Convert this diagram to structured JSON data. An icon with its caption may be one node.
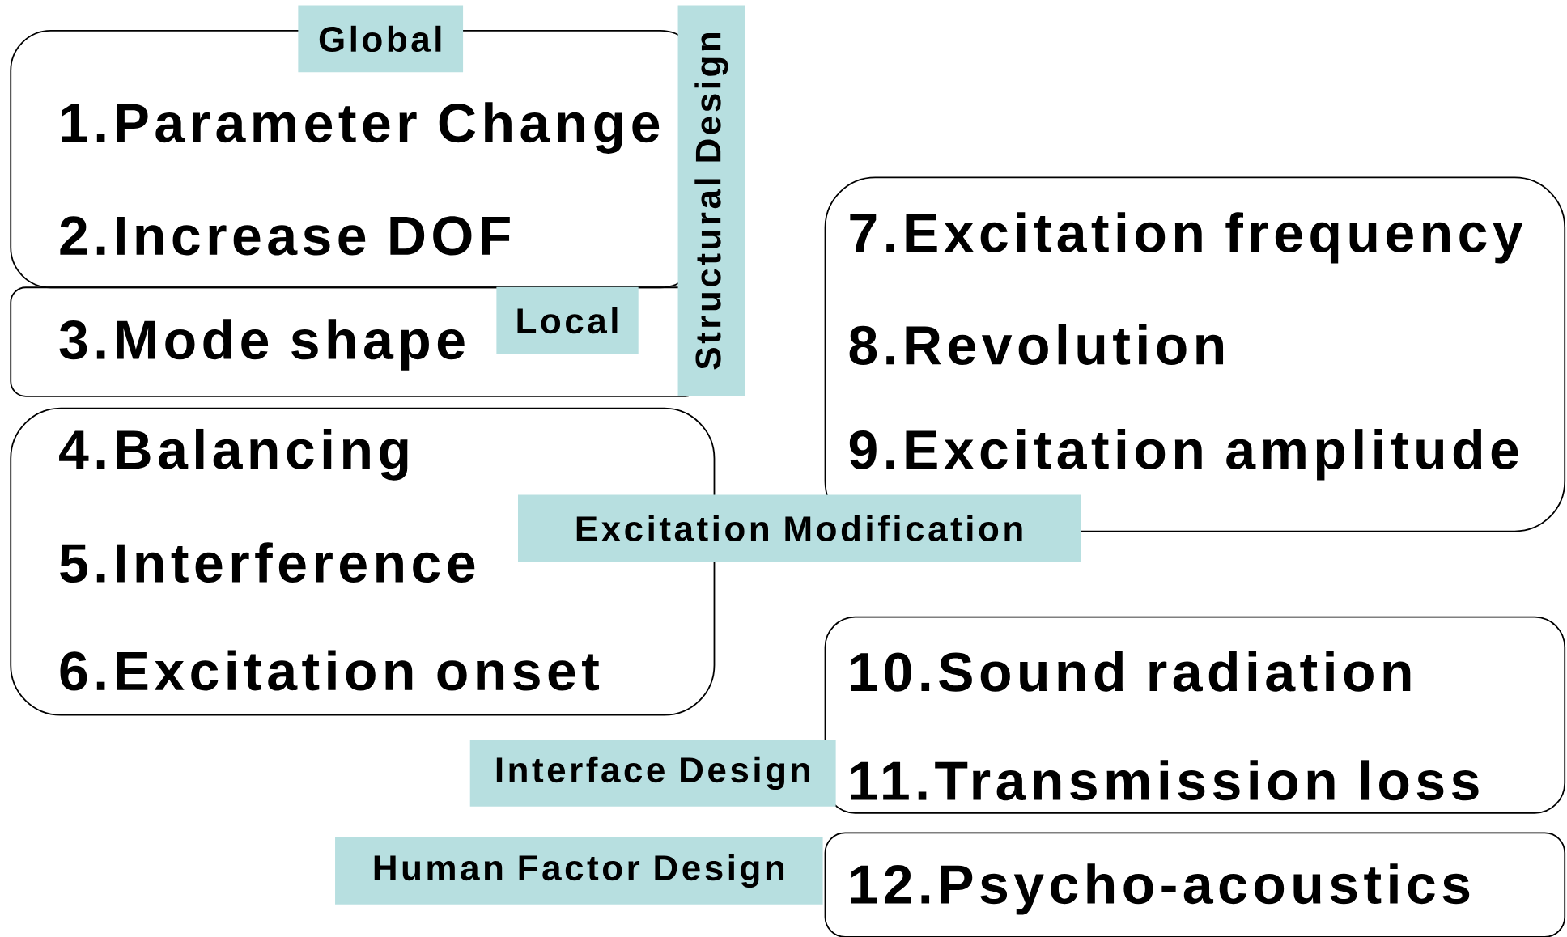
{
  "diagram": {
    "nodes": [
      {
        "text": [
          "1.Parameter Change",
          "2.Increase DOF"
        ]
      },
      {
        "text": [
          "Global"
        ]
      },
      {
        "text": [
          "3.Mode shape"
        ]
      },
      {
        "text": [
          "Local"
        ],
        "in": 2
      },
      {
        "text": [
          "Structural Design"
        ]
      },
      {
        "text": [
          "4.Balancing",
          "5.Interference",
          "6.Excitation onset"
        ]
      },
      {
        "text": [
          "7.Excitation frequency",
          "8.Revolution",
          "9.Excitation amplitude"
        ]
      },
      {
        "text": [
          "Excitation Modification"
        ]
      },
      {
        "text": [
          "10.Sound radiation",
          "11.Transmission loss"
        ]
      },
      {
        "text": [
          "Interface Design"
        ]
      },
      {
        "text": [
          "12.Psycho-acoustics"
        ]
      },
      {
        "text": [
          "Human Factor Design"
        ]
      }
    ]
  }
}
